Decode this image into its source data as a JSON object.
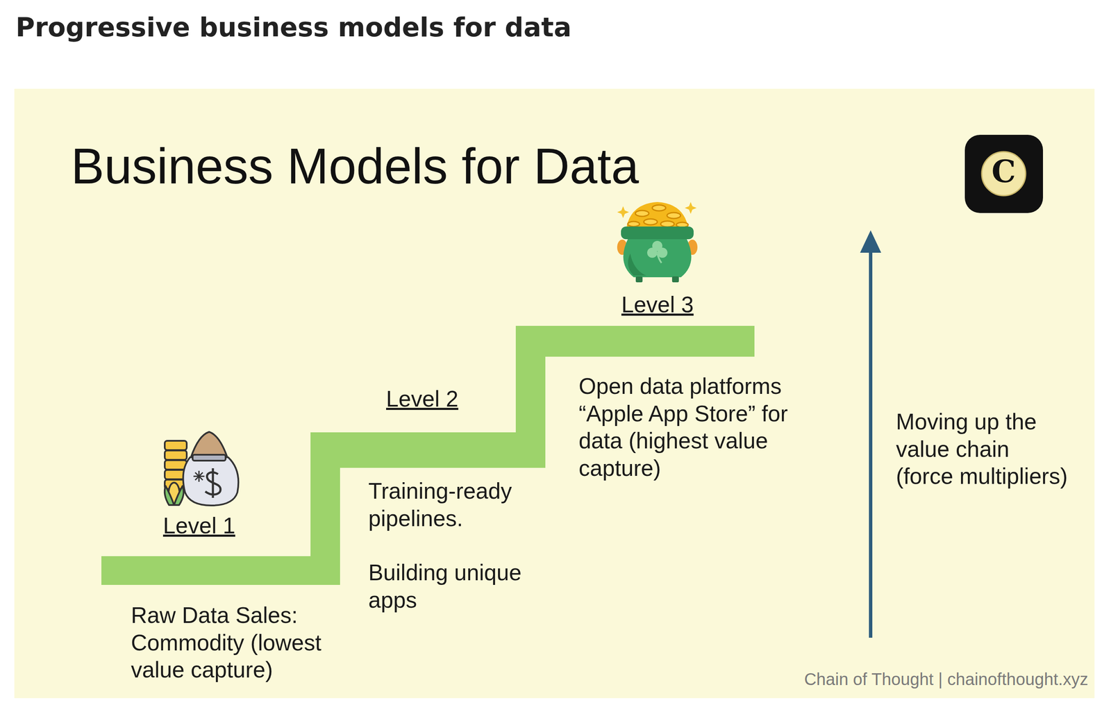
{
  "diagram": {
    "title": "Business Models for Data",
    "caption": "Progressive business models for data",
    "labels": [
      "C",
      "Level 1",
      "Raw Data Sales: Commodity (lowest value capture)",
      "Level 2",
      "Training-ready pipelines.",
      "Building unique apps",
      "Level 3",
      "Open data platforms “Apple App Store” for data (highest value capture)",
      "Moving up the value chain (force multipliers)",
      "Chain of Thought | chainofthought.xyz"
    ]
  }
}
